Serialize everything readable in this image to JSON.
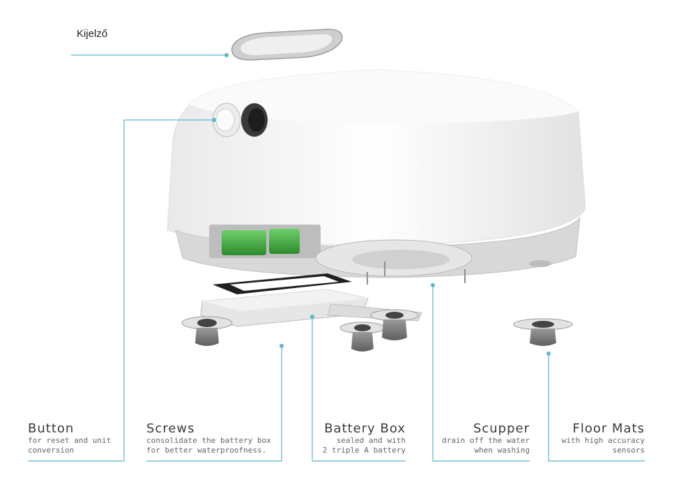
{
  "display_label": "Kijelző",
  "callouts": [
    {
      "name": "button",
      "title": "Button",
      "desc": "for reset and unit\nconversion"
    },
    {
      "name": "screws",
      "title": "Screws",
      "desc": "consolidate the battery box\nfor better waterproofness."
    },
    {
      "name": "battery-box",
      "title": "Battery Box",
      "desc": "sealed and with\n2 triple A battery"
    },
    {
      "name": "scupper",
      "title": "Scupper",
      "desc": "drain off the water\nwhen washing"
    },
    {
      "name": "floor-mats",
      "title": "Floor Mats",
      "desc": "with high accuracy\nsensors"
    }
  ],
  "colors": {
    "leader": "#5bb8c9",
    "body": "#f4f4f4",
    "battery": "#3aa83a"
  }
}
